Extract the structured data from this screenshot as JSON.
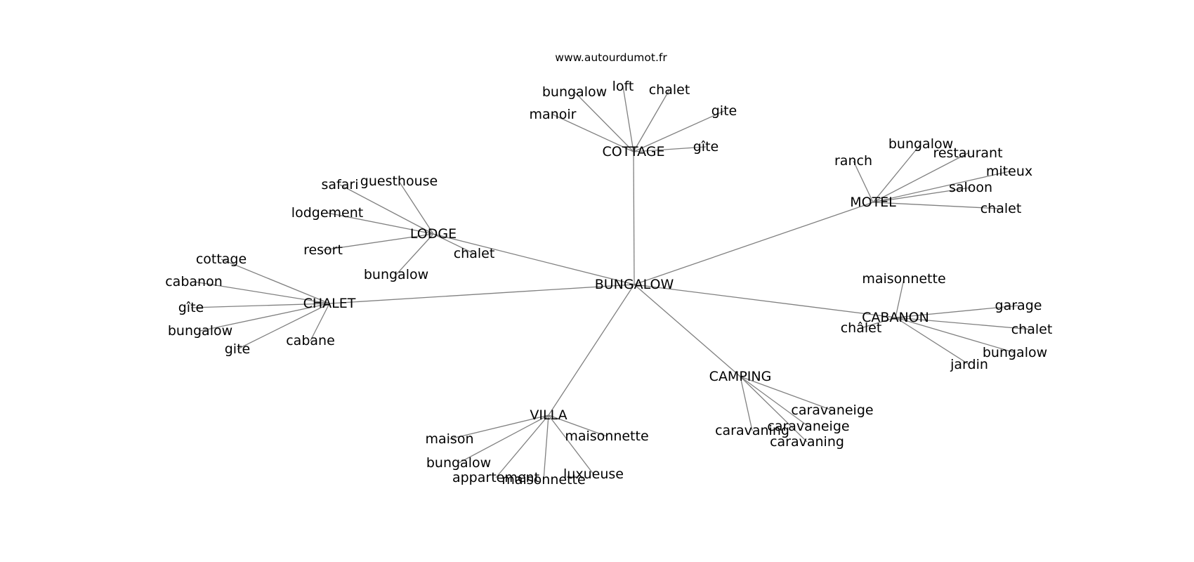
{
  "source": "www.autourdumot.fr",
  "colors": {
    "edge": "#808080",
    "text": "#000000",
    "background": "#ffffff"
  },
  "root": "BUNGALOW",
  "hubs": [
    {
      "id": "cottage",
      "label": "COTTAGE",
      "leaves": [
        "bungalow",
        "loft",
        "chalet",
        "gite",
        "manoir",
        "gîte"
      ]
    },
    {
      "id": "motel",
      "label": "MOTEL",
      "leaves": [
        "bungalow",
        "restaurant",
        "ranch",
        "miteux",
        "saloon",
        "chalet"
      ]
    },
    {
      "id": "lodge",
      "label": "LODGE",
      "leaves": [
        "safari",
        "guesthouse",
        "lodgement",
        "resort",
        "chalet",
        "bungalow"
      ]
    },
    {
      "id": "chalet",
      "label": "CHALET",
      "leaves": [
        "cottage",
        "cabanon",
        "gîte",
        "bungalow",
        "gite",
        "cabane"
      ]
    },
    {
      "id": "cabanon",
      "label": "CABANON",
      "leaves": [
        "maisonnette",
        "garage",
        "châlet",
        "chalet",
        "bungalow",
        "jardin"
      ]
    },
    {
      "id": "camping",
      "label": "CAMPING",
      "leaves": [
        "caravaneige",
        "caravaneige",
        "caravaning",
        "caravaning"
      ]
    },
    {
      "id": "villa",
      "label": "VILLA",
      "leaves": [
        "maison",
        "maisonnette",
        "bungalow",
        "appartement",
        "maisonnette",
        "luxueuse"
      ]
    }
  ]
}
